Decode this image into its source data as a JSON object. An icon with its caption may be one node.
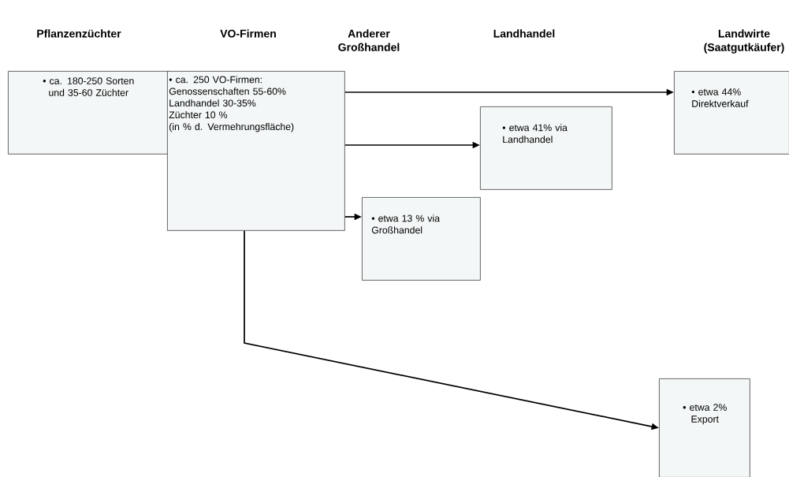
{
  "diagram": {
    "nodes": [
      {
        "text": [
          "• ca. 180-250 Sorten und 35-60 Züchter"
        ]
      },
      {
        "text": [
          "• ca. 250 VO-Firmen:",
          "Genossenschaften 55-60%",
          "Landhandel 30-35%",
          "Züchter 10 %",
          "(in % d. Vermehrungsfläche)"
        ]
      },
      {
        "text": [
          "• etwa 44% Direktverkauf"
        ]
      },
      {
        "text": [
          "• etwa 41% via Landhandel"
        ]
      },
      {
        "text": [
          "• etwa 13 % via Großhandel"
        ]
      },
      {
        "text": [
          "• etwa 2% Export"
        ]
      }
    ],
    "edges": [
      {
        "from": 1,
        "to": 2,
        "arrow": "to"
      },
      {
        "from": 1,
        "to": 3,
        "arrow": "to"
      },
      {
        "from": 1,
        "to": 4,
        "arrow": "to"
      },
      {
        "from": 1,
        "to": 5,
        "arrow": "to"
      }
    ],
    "labels": [
      "Pflanzenzüchter",
      "VO-Firmen",
      "Anderer Großhandel",
      "Landhandel",
      "Landwirte (Saatgutkäufer)"
    ]
  }
}
